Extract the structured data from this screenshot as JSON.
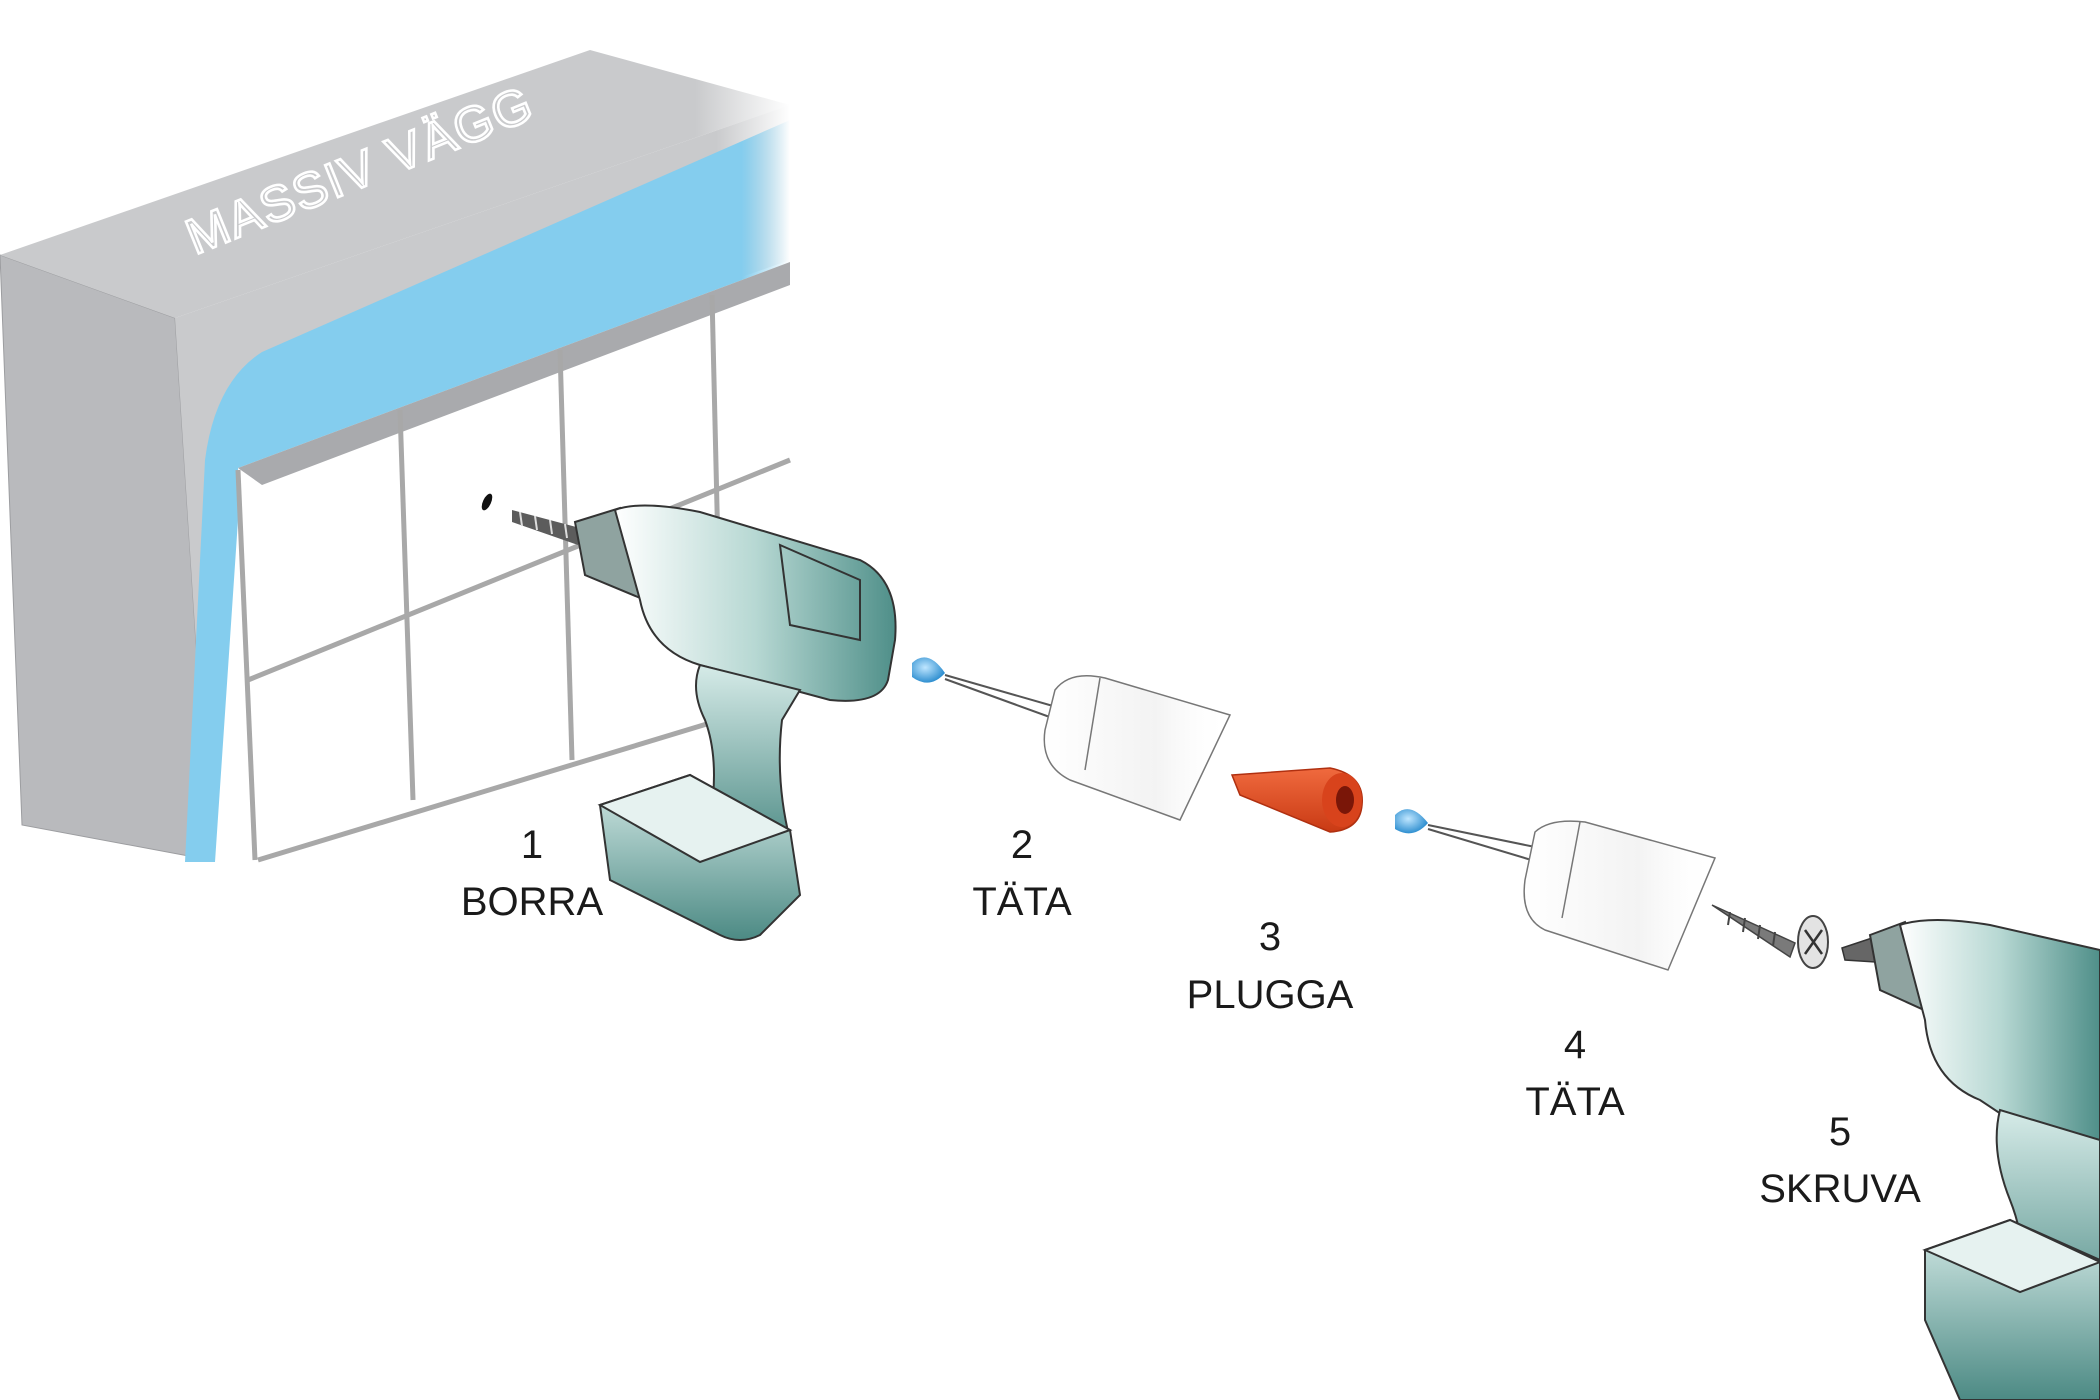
{
  "wall_label": "MASSIV VÄGG",
  "steps": [
    {
      "number": "1",
      "label": "BORRA"
    },
    {
      "number": "2",
      "label": "TÄTA"
    },
    {
      "number": "3",
      "label": "PLUGGA"
    },
    {
      "number": "4",
      "label": "TÄTA"
    },
    {
      "number": "5",
      "label": "SKRUVA"
    }
  ],
  "colors": {
    "wall": "#c9cacc",
    "membrane": "#84cdee",
    "tile": "#ffffff",
    "grout": "#a8a8a8",
    "drill_body": "#6aa39e",
    "plug": "#e0481f",
    "sealant_drop": "#3b9bd6"
  },
  "icons": [
    "drill-icon",
    "sealant-tube-icon",
    "wall-plug-icon",
    "screw-icon",
    "sealant-drop-icon"
  ]
}
